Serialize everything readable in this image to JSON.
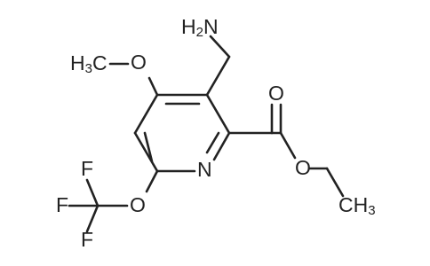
{
  "molecule": {
    "atoms": {
      "amine_group": "H2N",
      "amine_h": "H",
      "amine_h_count": "2",
      "amine_n": "N",
      "methoxy_c": "C",
      "methoxy_h": "H",
      "methoxy_h_count": "3",
      "methoxy_o": "O",
      "ring_n": "N",
      "carbonyl_o": "O",
      "ester_o": "O",
      "ethyl_c": "C",
      "ethyl_h": "H",
      "ethyl_h_count": "3",
      "ether_o": "O",
      "fluorine_1": "F",
      "fluorine_2": "F",
      "fluorine_3": "F"
    },
    "colors": {
      "ink": "#222222",
      "background": "#ffffff"
    }
  }
}
